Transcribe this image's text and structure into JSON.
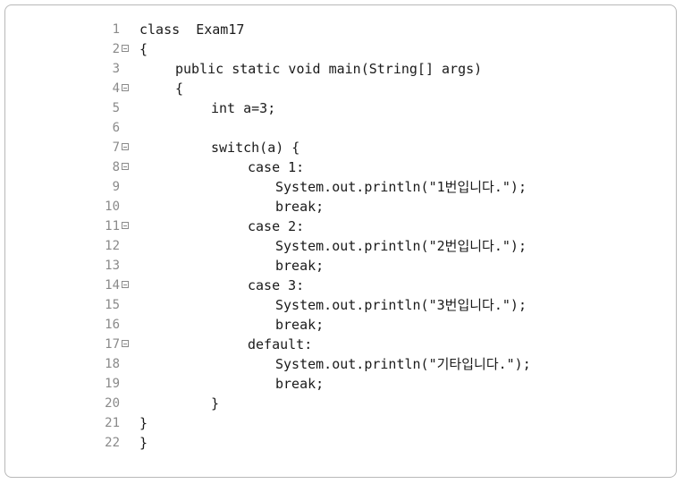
{
  "editor": {
    "lines": [
      {
        "num": "1",
        "fold": false,
        "indent": 0,
        "text": "class  Exam17"
      },
      {
        "num": "2",
        "fold": true,
        "indent": 0,
        "text": "{"
      },
      {
        "num": "3",
        "fold": false,
        "indent": 1,
        "text": "public static void main(String[] args)"
      },
      {
        "num": "4",
        "fold": true,
        "indent": 1,
        "text": "{"
      },
      {
        "num": "5",
        "fold": false,
        "indent": 2,
        "text": "int a=3;"
      },
      {
        "num": "6",
        "fold": false,
        "indent": 0,
        "text": ""
      },
      {
        "num": "7",
        "fold": true,
        "indent": 2,
        "text": "switch(a) {"
      },
      {
        "num": "8",
        "fold": true,
        "indent": 3,
        "text": "case 1:"
      },
      {
        "num": "9",
        "fold": false,
        "indent": 4,
        "text": "System.out.println(\"1번입니다.\");"
      },
      {
        "num": "10",
        "fold": false,
        "indent": 4,
        "text": "break;"
      },
      {
        "num": "11",
        "fold": true,
        "indent": 3,
        "text": "case 2:"
      },
      {
        "num": "12",
        "fold": false,
        "indent": 4,
        "text": "System.out.println(\"2번입니다.\");"
      },
      {
        "num": "13",
        "fold": false,
        "indent": 4,
        "text": "break;"
      },
      {
        "num": "14",
        "fold": true,
        "indent": 3,
        "text": "case 3:"
      },
      {
        "num": "15",
        "fold": false,
        "indent": 4,
        "text": "System.out.println(\"3번입니다.\");"
      },
      {
        "num": "16",
        "fold": false,
        "indent": 4,
        "text": "break;"
      },
      {
        "num": "17",
        "fold": true,
        "indent": 3,
        "text": "default:"
      },
      {
        "num": "18",
        "fold": false,
        "indent": 4,
        "text": "System.out.println(\"기타입니다.\");"
      },
      {
        "num": "19",
        "fold": false,
        "indent": 4,
        "text": "break;"
      },
      {
        "num": "20",
        "fold": false,
        "indent": 2,
        "text": "}"
      },
      {
        "num": "21",
        "fold": false,
        "indent": 0,
        "text": "}"
      },
      {
        "num": "22",
        "fold": false,
        "indent": 0,
        "text": "}"
      }
    ]
  }
}
